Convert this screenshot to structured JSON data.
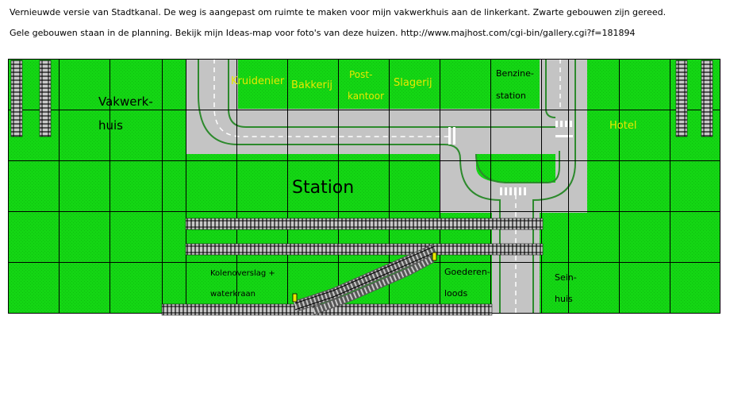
{
  "caption": {
    "line1": "Vernieuwde versie van Stadtkanal. De weg is aangepast om ruimte te maken voor mijn vakwerkhuis aan de linkerkant. Zwarte gebouwen zijn gereed.",
    "line2": "Gele gebouwen staan in de planning. Bekijk mijn Ideas-map voor foto's van deze huizen.  http://www.majhost.com/cgi-bin/gallery.cgi?f=181894"
  },
  "buildings": {
    "vakwerkhuis": [
      "Vakwerk-",
      "huis"
    ],
    "kruidenier": "Kruidenier",
    "bakkerij": "Bakkerij",
    "postkantoor": [
      "Post-",
      "kantoor"
    ],
    "slagerij": "Slagerij",
    "benzinestation": [
      "Benzine-",
      "station"
    ],
    "hotel": "Hotel",
    "station": "Station",
    "kolenoverslag": [
      "Kolenoverslag +",
      "waterkraan"
    ],
    "goederenloods": [
      "Goederen-",
      "loods"
    ],
    "seinhuis": [
      "Sein-",
      "huis"
    ]
  },
  "colors": {
    "grass": "#14d614",
    "road": "#c4c4c4",
    "road_edge": "#2d8a2d",
    "grid_line": "#000000",
    "planned": "#e8e800",
    "done": "#000000"
  }
}
